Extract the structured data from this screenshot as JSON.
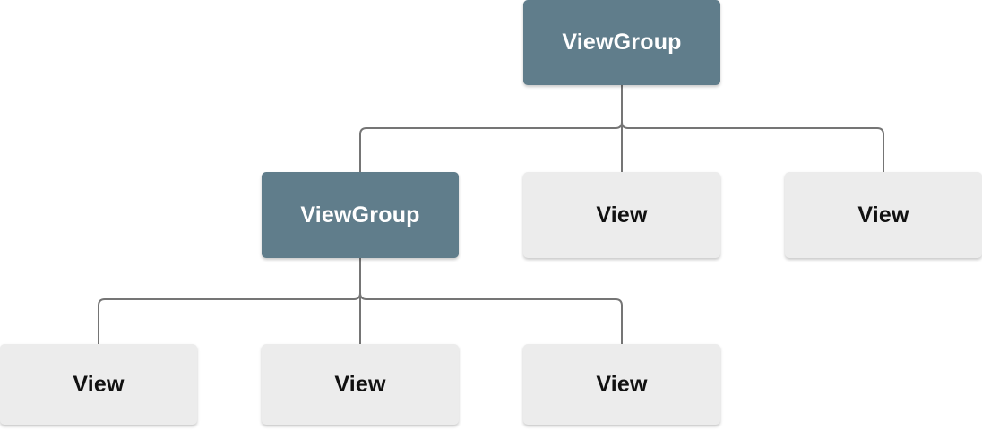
{
  "diagram": {
    "type": "tree",
    "description": "View hierarchy tree with ViewGroup and View nodes",
    "nodes": [
      {
        "id": "root",
        "label": "ViewGroup",
        "kind": "viewgroup",
        "row": 0
      },
      {
        "id": "child-viewgroup",
        "label": "ViewGroup",
        "kind": "viewgroup",
        "row": 1
      },
      {
        "id": "child-view-1",
        "label": "View",
        "kind": "view",
        "row": 1
      },
      {
        "id": "child-view-2",
        "label": "View",
        "kind": "view",
        "row": 1
      },
      {
        "id": "leaf-view-1",
        "label": "View",
        "kind": "view",
        "row": 2
      },
      {
        "id": "leaf-view-2",
        "label": "View",
        "kind": "view",
        "row": 2
      },
      {
        "id": "leaf-view-3",
        "label": "View",
        "kind": "view",
        "row": 2
      }
    ],
    "edges": [
      {
        "from": "root",
        "to": "child-viewgroup"
      },
      {
        "from": "root",
        "to": "child-view-1"
      },
      {
        "from": "root",
        "to": "child-view-2"
      },
      {
        "from": "child-viewgroup",
        "to": "leaf-view-1"
      },
      {
        "from": "child-viewgroup",
        "to": "leaf-view-2"
      },
      {
        "from": "child-viewgroup",
        "to": "leaf-view-3"
      }
    ],
    "colors": {
      "viewgroup_fill": "#607d8b",
      "viewgroup_text": "#ffffff",
      "view_fill": "#ececec",
      "view_text": "#111111",
      "connector": "#757575",
      "background": "#ffffff"
    }
  }
}
